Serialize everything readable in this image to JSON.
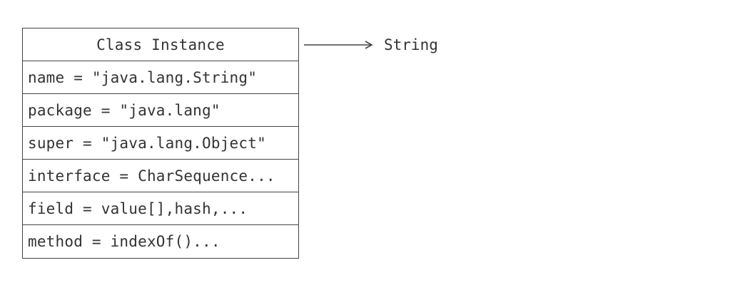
{
  "class_box": {
    "title": "Class Instance",
    "rows": [
      "name = \"java.lang.String\"",
      "package = \"java.lang\"",
      "super = \"java.lang.Object\"",
      "interface = CharSequence...",
      "field = value[],hash,...",
      "method = indexOf()..."
    ]
  },
  "arrow": {
    "target_label": "String"
  },
  "colors": {
    "line": "#444444",
    "text": "#333333",
    "background": "#ffffff"
  }
}
